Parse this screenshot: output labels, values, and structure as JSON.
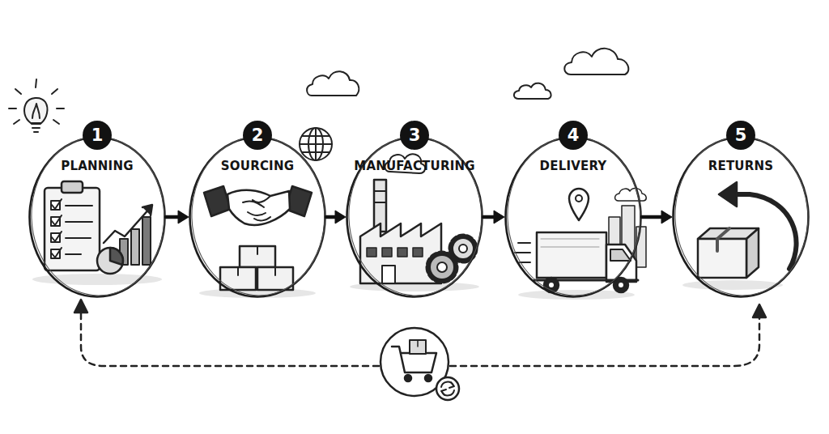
{
  "diagram": {
    "nodes": [
      {
        "text": [
          "1",
          "PLANNING"
        ]
      },
      {
        "text": [
          "2",
          "SOURCING"
        ]
      },
      {
        "text": [
          "3",
          "MANUFACTURING"
        ]
      },
      {
        "text": [
          "4",
          "DELIVERY"
        ]
      },
      {
        "text": [
          "5",
          "RETURNS"
        ]
      }
    ],
    "edges": [
      {
        "from": 0,
        "to": 1,
        "arrow": "to"
      },
      {
        "from": 1,
        "to": 2,
        "arrow": "to"
      },
      {
        "from": 2,
        "to": 3,
        "arrow": "to"
      },
      {
        "from": 3,
        "to": 4,
        "arrow": "to"
      }
    ]
  }
}
